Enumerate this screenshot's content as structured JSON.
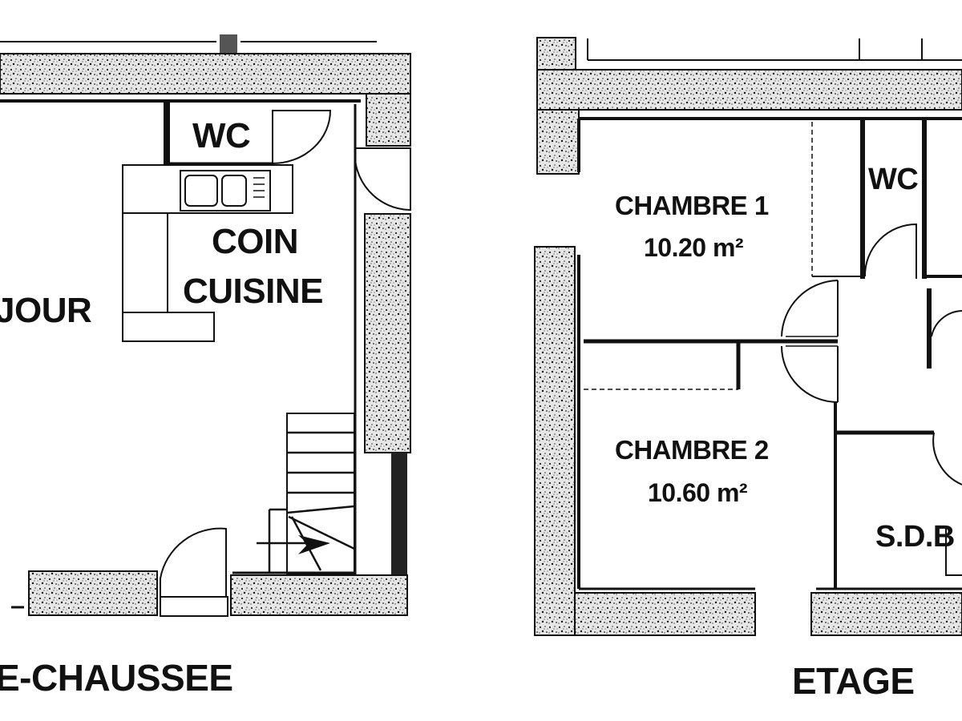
{
  "ground_floor": {
    "title": "E-CHAUSSEE",
    "rooms": {
      "sejour": "JOUR",
      "wc": "WC",
      "kitchen_line1": "COIN",
      "kitchen_line2": "CUISINE"
    }
  },
  "upper_floor": {
    "title": "ETAGE",
    "rooms": {
      "chambre1_name": "CHAMBRE 1",
      "chambre1_area": "10.20 m²",
      "wc": "WC",
      "chambre2_name": "CHAMBRE 2",
      "chambre2_area": "10.60 m²",
      "sdb": "S.D.B"
    }
  },
  "colors": {
    "wall_fill": "#e4e4e4",
    "speckle": "#222222",
    "line": "#111111"
  }
}
